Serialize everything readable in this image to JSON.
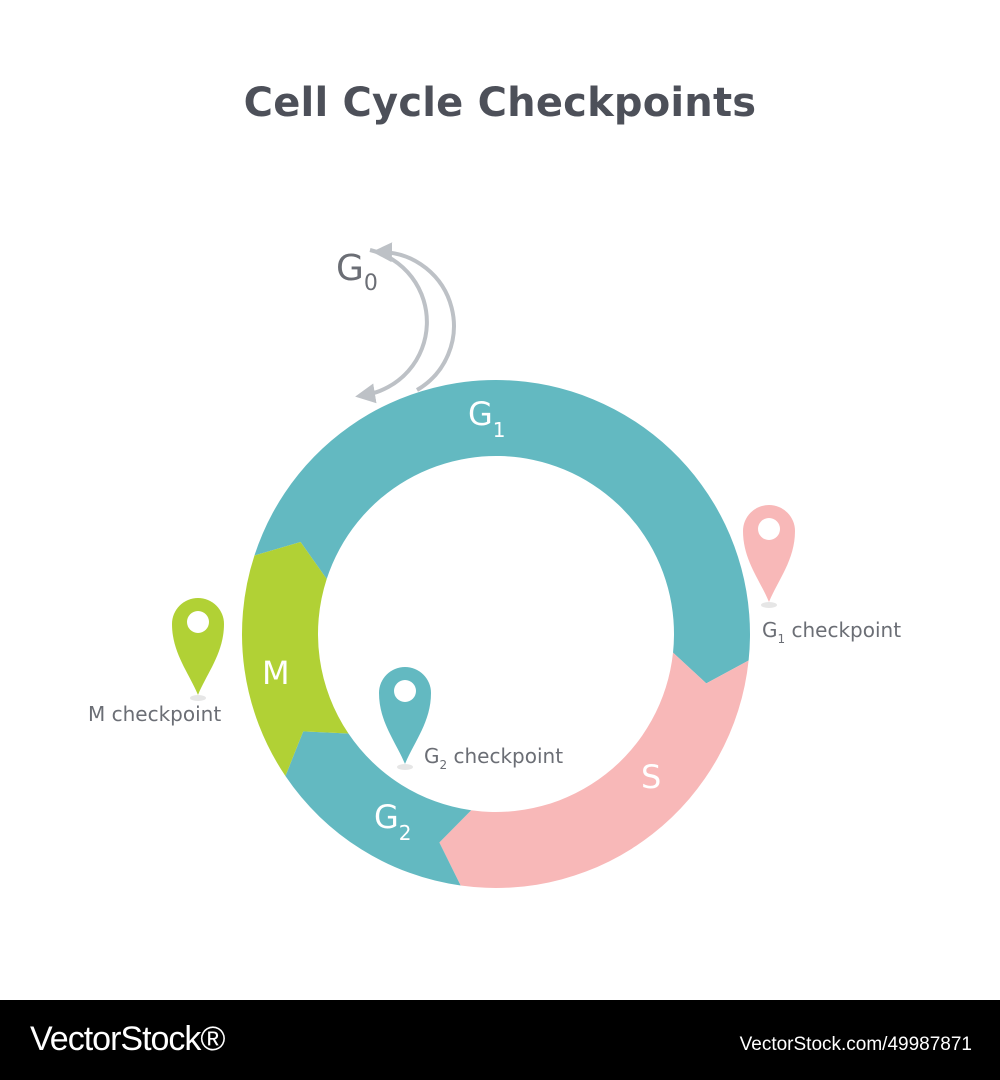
{
  "title": "Cell Cycle Checkpoints",
  "phases": {
    "g0": {
      "letter": "G",
      "sub": "0"
    },
    "g1": {
      "letter": "G",
      "sub": "1"
    },
    "s": {
      "letter": "S"
    },
    "g2": {
      "letter": "G",
      "sub": "2"
    },
    "m": {
      "letter": "M"
    }
  },
  "checkpoints": {
    "g1": {
      "prefix": "G",
      "sub": "1",
      "rest": " checkpoint"
    },
    "g2": {
      "prefix": "G",
      "sub": "2",
      "rest": " checkpoint"
    },
    "m": {
      "text": "M checkpoint"
    }
  },
  "colors": {
    "g1": "#63b9c1",
    "s": "#f8b8b8",
    "g2": "#63b9c1",
    "m": "#b1d135",
    "g0_arrow": "#bdc1c6",
    "label_text": "#6b6e75",
    "pin_g1": "#f8b8b8",
    "pin_g2": "#63b9c1",
    "pin_m": "#b1d135"
  },
  "footer": {
    "brand": "VectorStock®",
    "image_id": "VectorStock.com/49987871"
  }
}
